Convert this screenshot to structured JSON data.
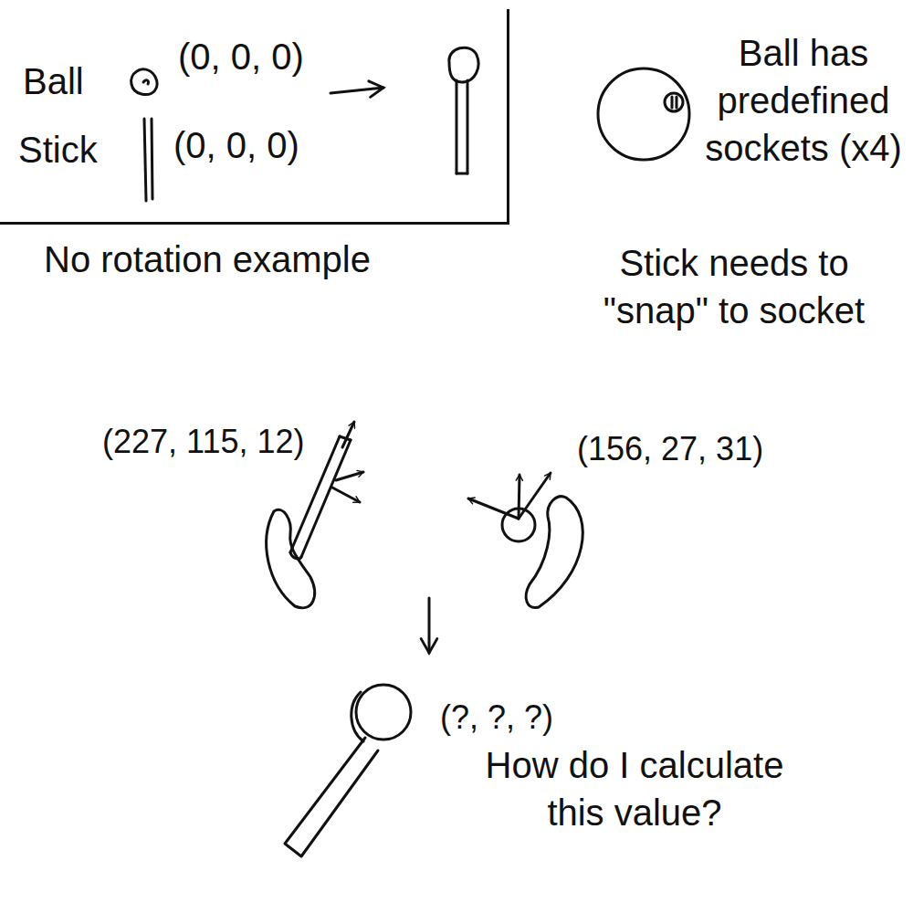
{
  "diagram": {
    "nodes": [
      {
        "text": [
          "Ball",
          "(0, 0, 0)",
          "Stick",
          "(0, 0, 0)",
          "No rotation example"
        ]
      }
    ],
    "labels": [
      "Ball has predefined sockets (x4)",
      "Stick needs to \"snap\" to socket",
      "(227, 115, 12)",
      "(156, 27, 31)",
      "(?, ?, ?)",
      "How do I calculate this value?"
    ]
  }
}
